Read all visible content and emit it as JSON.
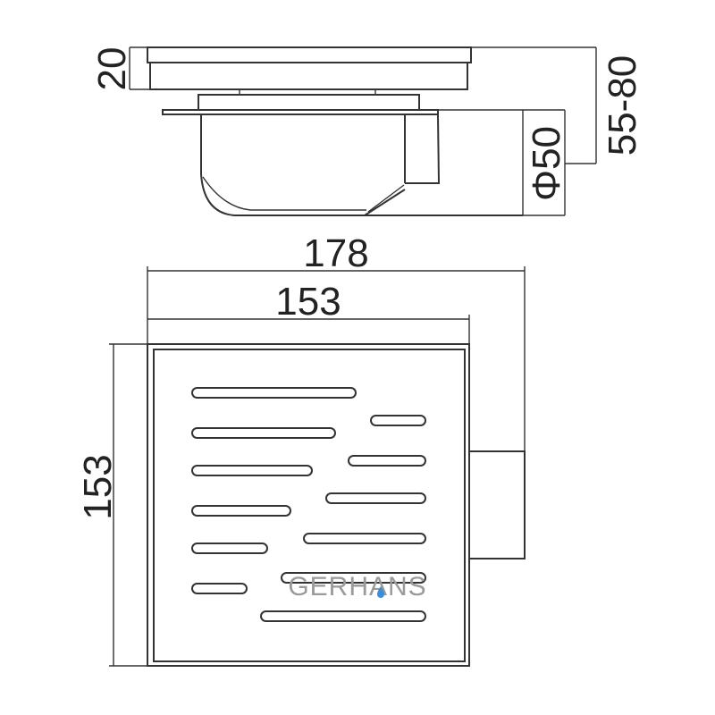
{
  "dimensions": {
    "frame_height": "20",
    "depth_range": "55-80",
    "outlet_diameter": "Φ50",
    "total_width": "178",
    "grate_width": "153",
    "grate_height": "153"
  },
  "logo": {
    "brand": "GERHANS",
    "accent_color": "#3b8fd8"
  }
}
